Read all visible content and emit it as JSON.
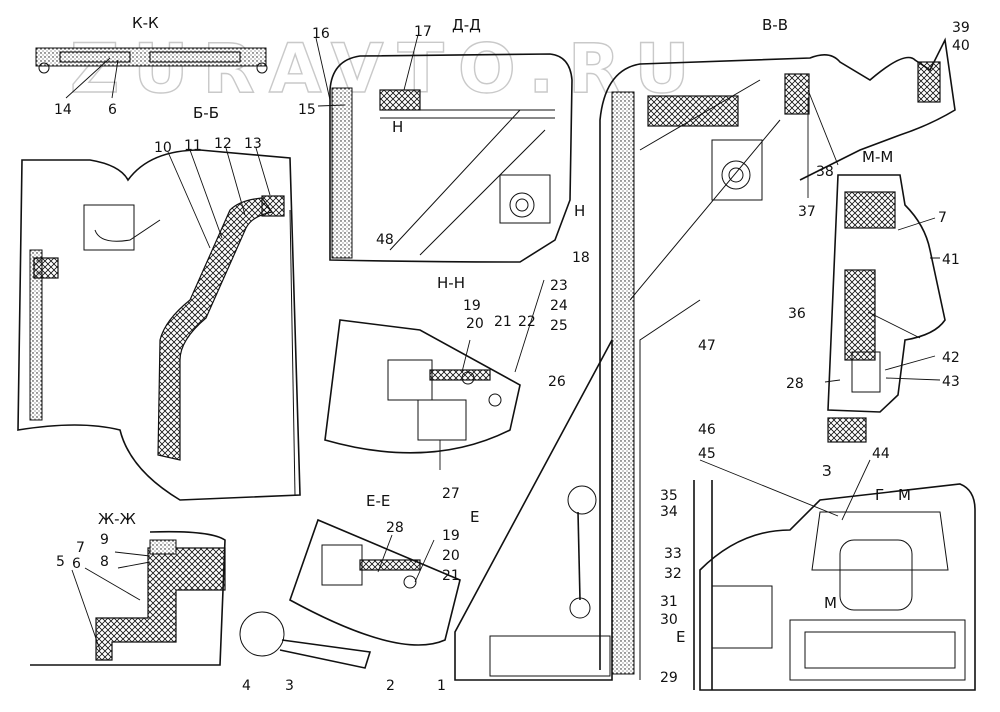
{
  "watermark": "ZURAVTO.RU",
  "sections": {
    "kk": "К-К",
    "dd": "Д-Д",
    "vv": "В-В",
    "bb": "Б-Б",
    "mm": "М-М",
    "nn": "Н-Н",
    "zhzh": "Ж-Ж",
    "ee": "Е-Е",
    "view3": "З"
  },
  "markers": {
    "h_left": "Н",
    "h_right": "Н",
    "g": "Г",
    "m_top": "М",
    "m_bottom": "М",
    "e_left": "Е",
    "e_bottom": "Е"
  },
  "callouts": {
    "c1": "1",
    "c2": "2",
    "c3": "3",
    "c4": "4",
    "c5": "5",
    "c6": "6",
    "c6b": "6",
    "c7": "7",
    "c7b": "7",
    "c8": "8",
    "c9": "9",
    "c10": "10",
    "c11": "11",
    "c12": "12",
    "c13": "13",
    "c14": "14",
    "c15": "15",
    "c16": "16",
    "c17": "17",
    "c18": "18",
    "c19": "19",
    "c19b": "19",
    "c20": "20",
    "c20b": "20",
    "c21": "21",
    "c21b": "21",
    "c22": "22",
    "c23": "23",
    "c24": "24",
    "c25": "25",
    "c26": "26",
    "c27": "27",
    "c28": "28",
    "c28b": "28",
    "c29": "29",
    "c30": "30",
    "c31": "31",
    "c32": "32",
    "c33": "33",
    "c34": "34",
    "c35": "35",
    "c36": "36",
    "c37": "37",
    "c38": "38",
    "c39": "39",
    "c40": "40",
    "c41": "41",
    "c42": "42",
    "c43": "43",
    "c44": "44",
    "c45": "45",
    "c46": "46",
    "c47": "47",
    "c48": "48"
  },
  "colors": {
    "ink": "#111111",
    "paper": "#ffffff",
    "watermark": "#c9c9c9"
  }
}
